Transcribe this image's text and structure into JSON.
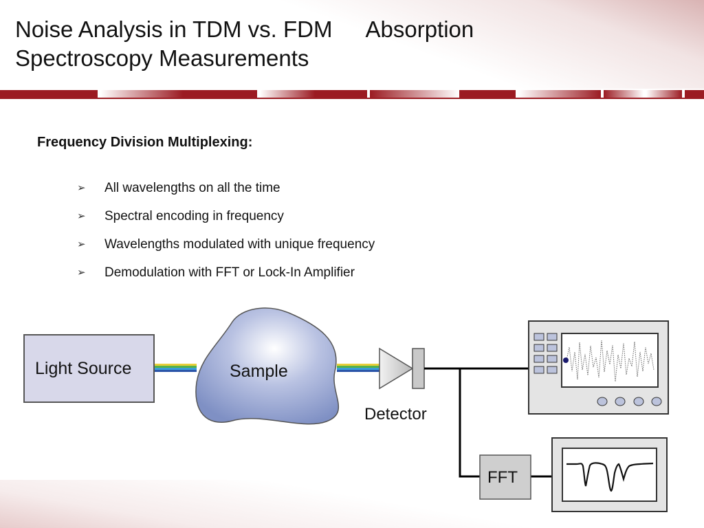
{
  "slide": {
    "title_line1_part1": "Noise Analysis in TDM vs. FDM",
    "title_line1_part2": "Absorption",
    "title_line2": "Spectroscopy Measurements",
    "section_heading": "Frequency Division Multiplexing:",
    "bullets": [
      "All wavelengths on all the time",
      "Spectral encoding in frequency",
      "Wavelengths modulated with unique frequency",
      "Demodulation with FFT or Lock-In Amplifier"
    ],
    "bullet_glyph": "➢"
  },
  "diagram": {
    "light_source_label": "Light Source",
    "sample_label": "Sample",
    "detector_label": "Detector",
    "fft_label": "FFT"
  },
  "colors": {
    "stripe_dark": "#9b1b22",
    "sample_fill": "#8292c6",
    "light_source_fill": "#d8d8ea",
    "fft_fill": "#cfcfcf"
  }
}
